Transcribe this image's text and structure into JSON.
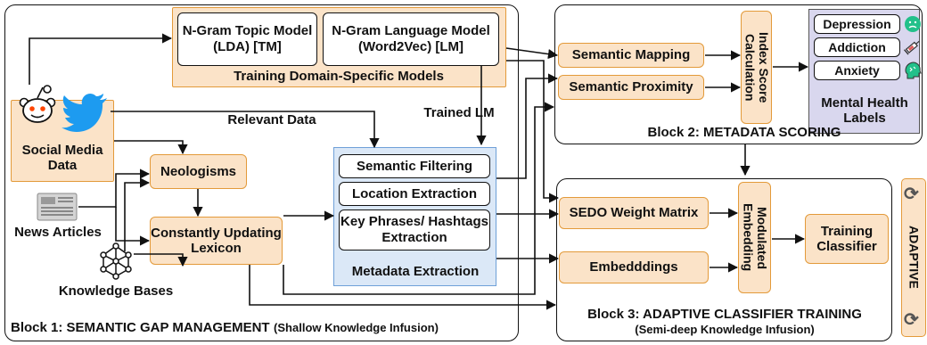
{
  "block1": {
    "title_main": "Block 1: SEMANTIC GAP MANAGEMENT",
    "title_sub": "(Shallow Knowledge Infusion)",
    "training_title": "Training Domain-Specific Models",
    "topic_model": "N-Gram Topic Model (LDA) [TM]",
    "language_model": "N-Gram Language Model (Word2Vec) [LM]",
    "social_media": "Social Media Data",
    "news": "News Articles",
    "knowledge": "Knowledge Bases",
    "neologisms": "Neologisms",
    "lexicon": "Constantly Updating Lexicon",
    "relevant_data": "Relevant Data",
    "trained_lm": "Trained LM",
    "metadata_title": "Metadata Extraction",
    "semantic_filtering": "Semantic Filtering",
    "location_extraction": "Location Extraction",
    "key_phrases": "Key Phrases/ Hashtags Extraction"
  },
  "block2": {
    "title": "Block 2: METADATA SCORING",
    "semantic_mapping": "Semantic Mapping",
    "semantic_proximity": "Semantic Proximity",
    "index_score": "Index Score Calculation",
    "labels_title": "Mental Health Labels",
    "labels": [
      "Depression",
      "Addiction",
      "Anxiety"
    ]
  },
  "block3": {
    "title": "Block 3: ADAPTIVE CLASSIFIER TRAINING",
    "subtitle": "(Semi-deep Knowledge Infusion)",
    "sedo": "SEDO Weight Matrix",
    "embeddings": "Embedddings",
    "modulated": "Modulated Embedding",
    "training_classifier": "Training Classifier"
  },
  "adaptive": "ADAPTIVE",
  "colors": {
    "box_fill": "#fbe3c8",
    "box_border": "#e39a3a",
    "metadata_fill": "#dbe8f7",
    "metadata_border": "#6fa0d8",
    "labels_fill": "#d9d7ee",
    "adaptive_fill": "#fbe3c8",
    "twitter_blue": "#1d9bf0",
    "reddit_red": "#ff4500",
    "icon_green": "#22c08a"
  }
}
